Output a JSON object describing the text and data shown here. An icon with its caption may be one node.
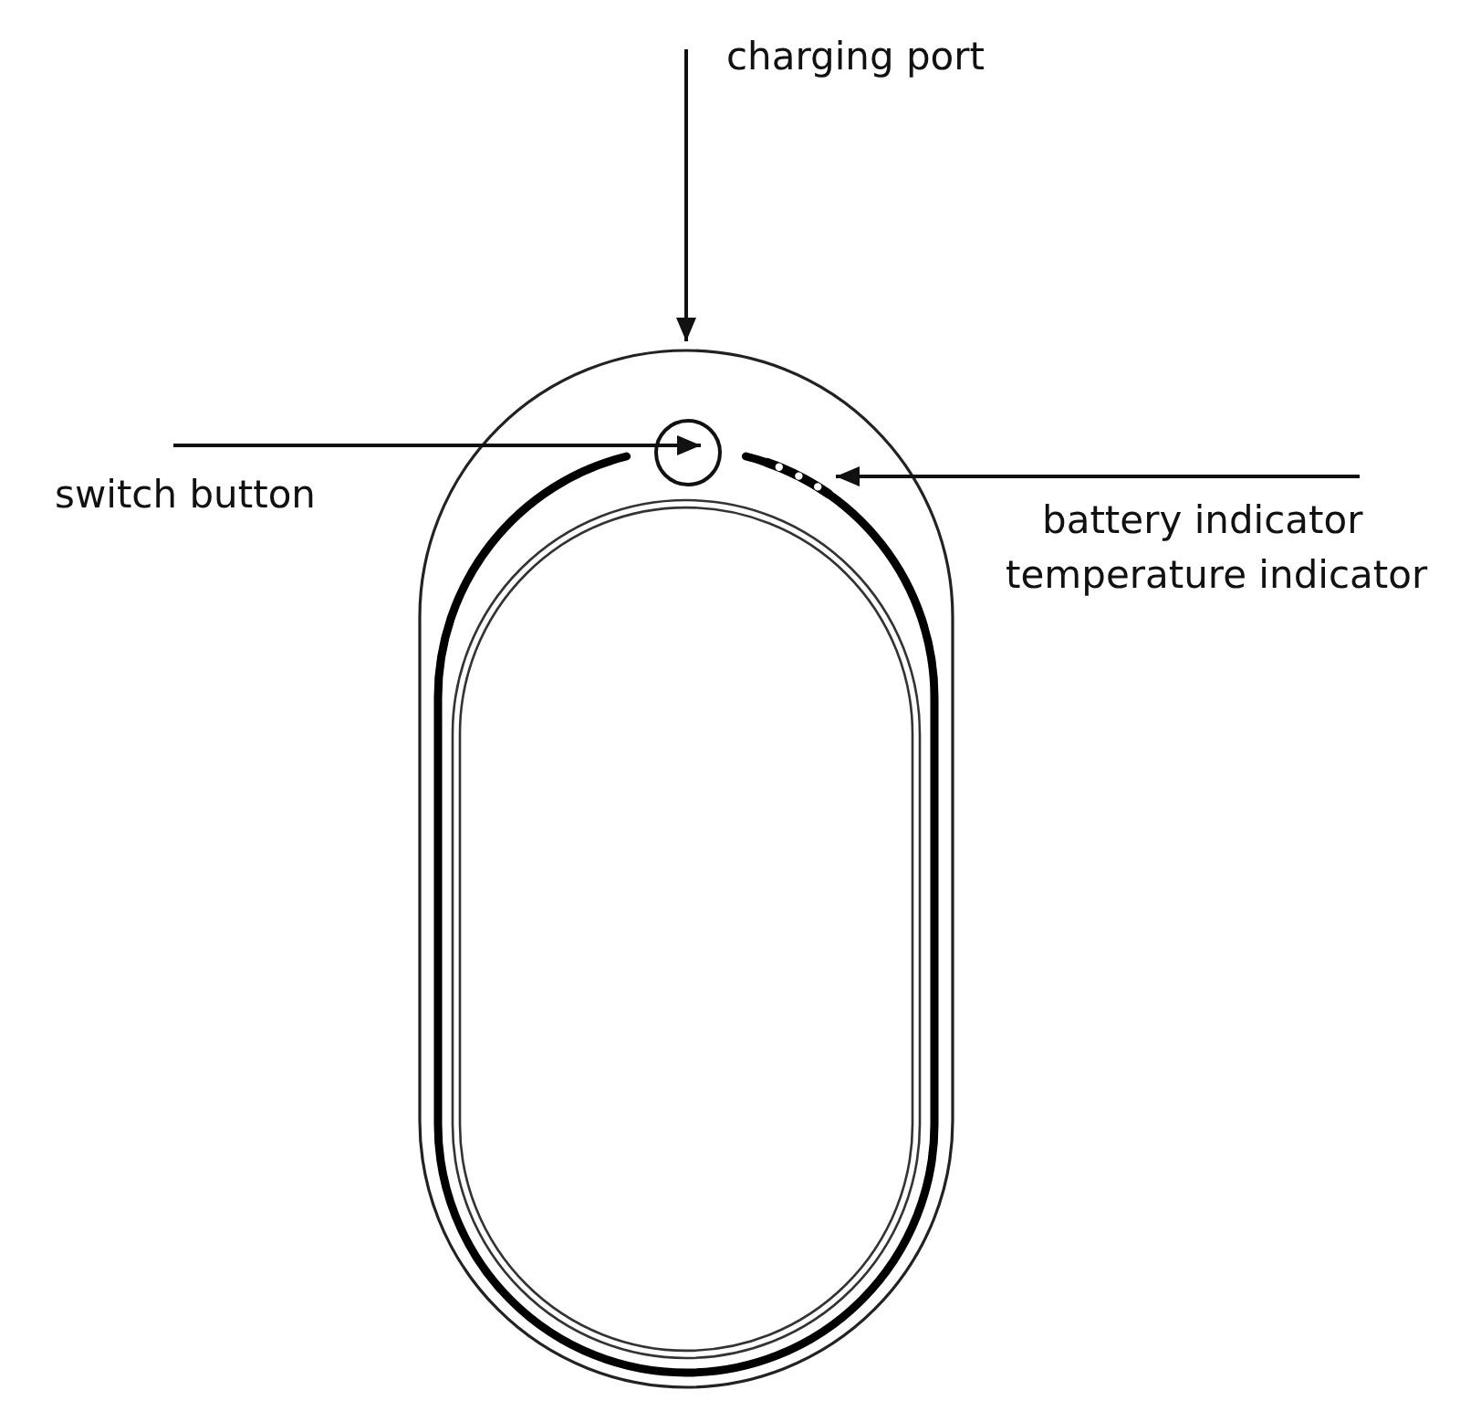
{
  "diagram": {
    "nodes": [
      {
        "text": [
          "charging port"
        ]
      },
      {
        "text": [],
        "shape": "picture"
      },
      {
        "text": [],
        "shape": "circle",
        "in": 1
      },
      {
        "text": [],
        "shape": "dots",
        "in": 1
      },
      {
        "text": [
          "switch button"
        ]
      },
      {
        "text": [
          "battery indicator",
          "temperature indicator"
        ]
      }
    ],
    "edges": [
      {
        "from": 0,
        "to": 1,
        "arrow": "to"
      },
      {
        "from": 4,
        "to": 2,
        "arrow": "to"
      },
      {
        "from": 5,
        "to": 3,
        "arrow": "to"
      }
    ]
  }
}
